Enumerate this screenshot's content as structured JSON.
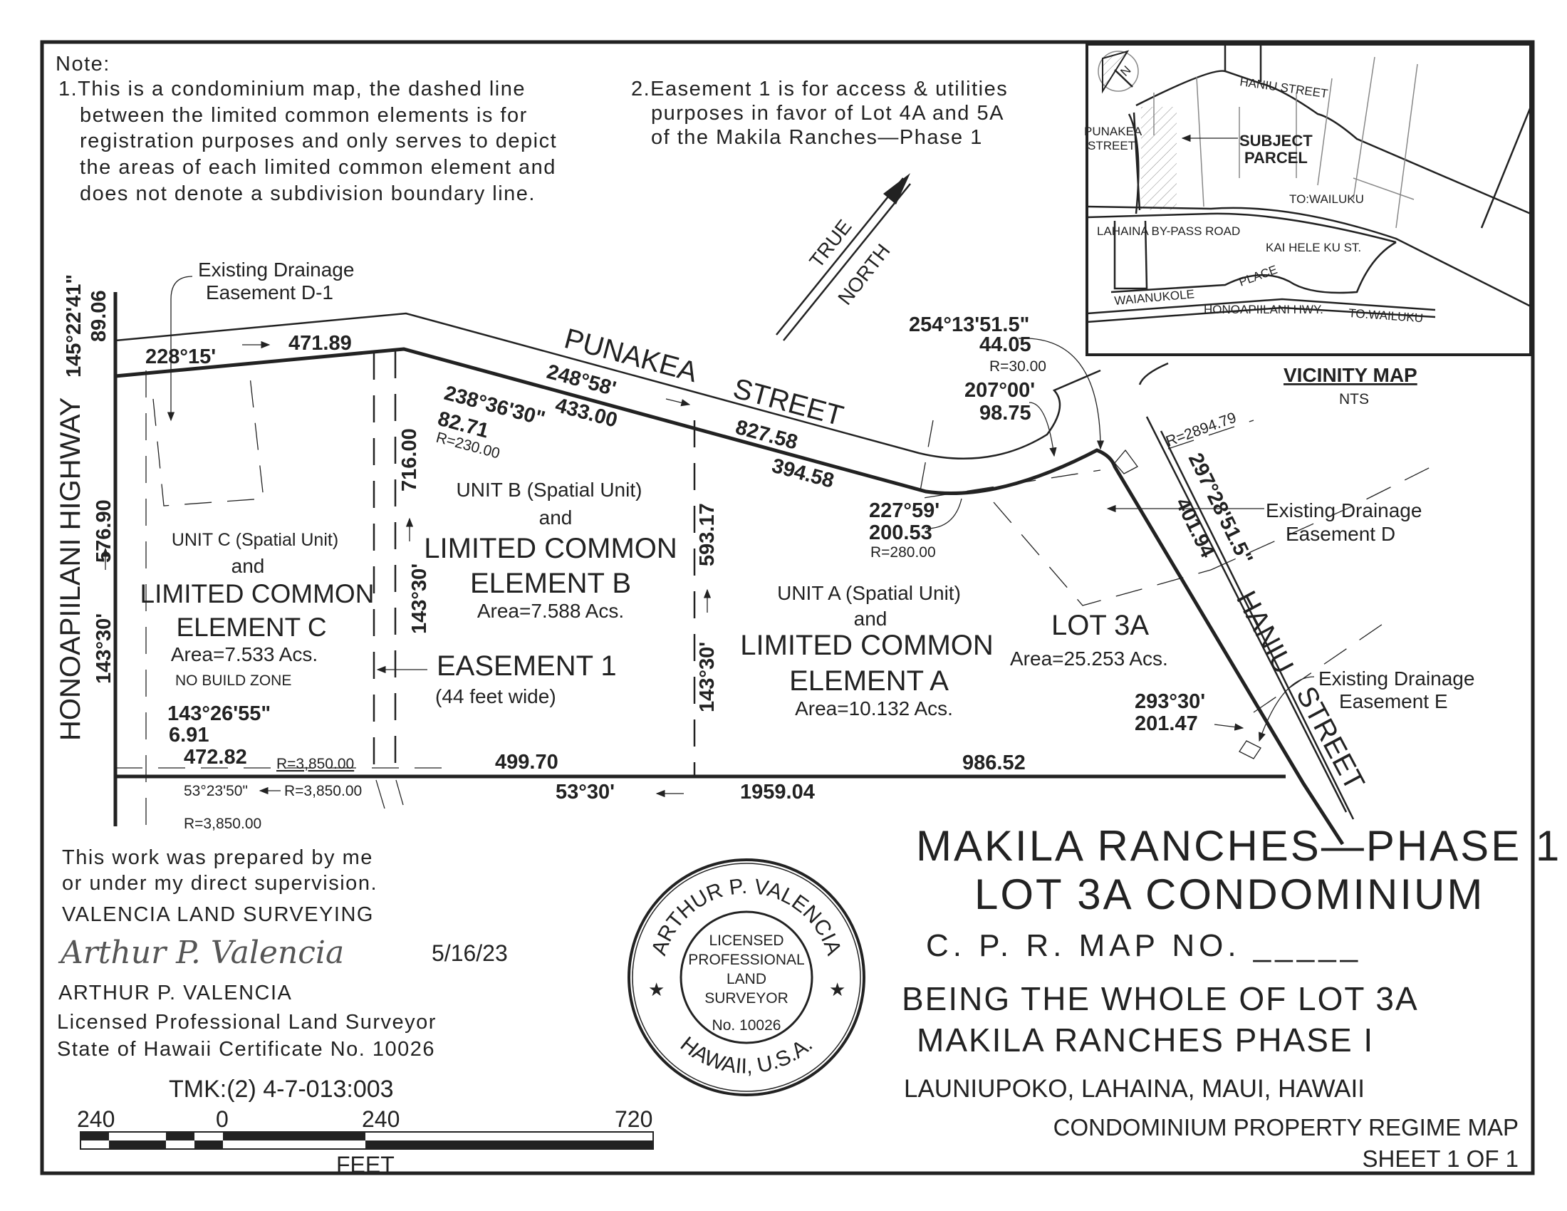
{
  "notes": {
    "heading": "Note:",
    "note1": [
      "1.This is a condominium map, the dashed line",
      "between the limited common elements is for",
      "registration purposes and only serves to depict",
      "the areas of each limited common element and",
      "does not denote a subdivision boundary line."
    ],
    "note2": [
      "2.Easement 1 is for access & utilities",
      "purposes in favor of Lot 4A and 5A",
      "of the Makila Ranches—Phase 1"
    ]
  },
  "north_arrow": {
    "line1": "TRUE",
    "line2": "NORTH"
  },
  "streets": {
    "punakea_1": "PUNAKEA",
    "punakea_2": "STREET",
    "haniu_1": "HANIU",
    "haniu_2": "STREET",
    "highway": "HONOAPIILANI HIGHWAY"
  },
  "easements": {
    "d1": [
      "Existing Drainage",
      "Easement D-1"
    ],
    "d": [
      "Existing Drainage",
      "Easement D"
    ],
    "e": [
      "Existing Drainage",
      "Easement E"
    ],
    "e1": [
      "EASEMENT 1",
      "(44 feet wide)"
    ],
    "no_build": "NO BUILD ZONE"
  },
  "units": {
    "a": [
      "UNIT A (Spatial Unit)",
      "and",
      "LIMITED COMMON",
      "ELEMENT A",
      "Area=10.132 Acs."
    ],
    "b": [
      "UNIT B (Spatial Unit)",
      "and",
      "LIMITED COMMON",
      "ELEMENT B",
      "Area=7.588 Acs."
    ],
    "c": [
      "UNIT C (Spatial Unit)",
      "and",
      "LIMITED COMMON",
      "ELEMENT C",
      "Area=7.533 Acs."
    ],
    "lot": [
      "LOT 3A",
      "Area=25.253 Acs."
    ]
  },
  "courses": {
    "c1": [
      "145°22'41\"",
      "89.06"
    ],
    "c2": [
      "228°15'",
      "471.89"
    ],
    "c3": [
      "248°58'",
      "433.00"
    ],
    "c4": [
      "238°36'30\"",
      "82.71",
      "R=230.00"
    ],
    "c5": [
      "827.58",
      "394.58"
    ],
    "c6": [
      "254°13'51.5\"",
      "44.05",
      "R=30.00"
    ],
    "c7": [
      "207°00'",
      "98.75"
    ],
    "c8": [
      "227°59'",
      "200.53",
      "R=280.00"
    ],
    "c9": [
      "R=2894.79",
      "297°28'51.5\"",
      "401.94"
    ],
    "c10": [
      "293°30'",
      "201.47"
    ],
    "c11": [
      "716.00",
      "143°30'"
    ],
    "c12": [
      "593.17",
      "143°30'"
    ],
    "c13": [
      "576.90",
      "143°30'"
    ],
    "c14": [
      "143°26'55\"",
      "6.91",
      "472.82",
      "R=3,850.00"
    ],
    "c15": [
      "499.70",
      "986.52"
    ],
    "c16": [
      "53°23'50\"",
      "R=3,850.00",
      "53°30'",
      "1959.04",
      "R=3,850.00"
    ]
  },
  "vicinity": {
    "title": "VICINITY MAP",
    "scale": "NTS",
    "north": "N",
    "labels": [
      "HANIU STREET",
      "PUNAKEA",
      "STREET",
      "SUBJECT",
      "PARCEL",
      "TO:WAILUKU",
      "LAHAINA BY-PASS ROAD",
      "KAI HELE KU ST.",
      "PLACE",
      "WAIANUKOLE",
      "HONOAPIILANI HWY.",
      "TO:WAILUKU"
    ]
  },
  "certification": {
    "lines": [
      "This work was prepared by me",
      "or under my direct supervision.",
      "VALENCIA LAND SURVEYING"
    ],
    "signature": "Arthur P. Valencia",
    "date": "5/16/23",
    "name": "ARTHUR P. VALENCIA",
    "title": "Licensed Professional Land Surveyor",
    "cert": "State of Hawaii Certificate No. 10026",
    "tmk": "TMK:(2) 4-7-013:003"
  },
  "seal": {
    "top": "ARTHUR P. VALENCIA",
    "bottom": "HAWAII, U.S.A.",
    "inner": [
      "LICENSED",
      "PROFESSIONAL",
      "LAND",
      "SURVEYOR",
      "No. 10026"
    ]
  },
  "scale_bar": {
    "ticks": [
      "240",
      "0",
      "240",
      "720"
    ],
    "unit": "FEET"
  },
  "title_block": {
    "title1": "MAKILA RANCHES—PHASE 1",
    "title2": "LOT 3A CONDOMINIUM",
    "map_no": "C. P. R. MAP NO. _____",
    "being1": "BEING THE WHOLE OF LOT 3A",
    "being2": "MAKILA RANCHES PHASE I",
    "location": "LAUNIUPOKO, LAHAINA, MAUI, HAWAII",
    "map_type": "CONDOMINIUM PROPERTY REGIME MAP",
    "sheet": "SHEET 1 OF 1"
  }
}
